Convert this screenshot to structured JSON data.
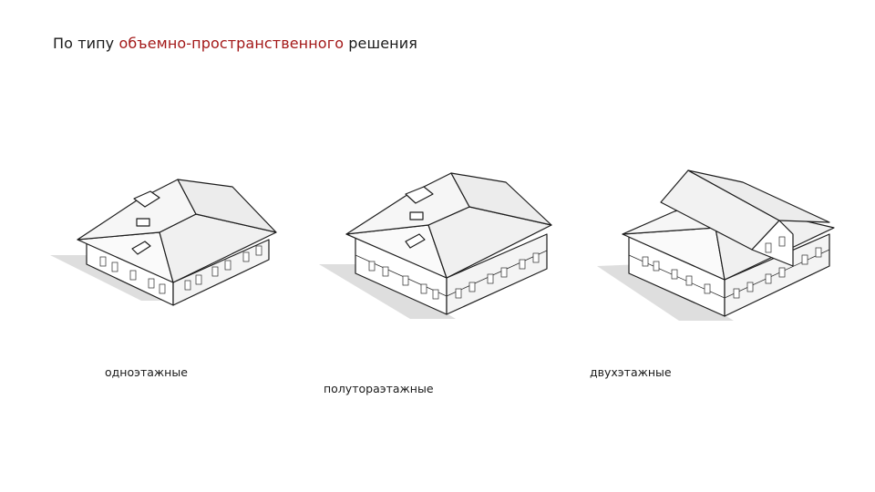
{
  "title": {
    "prefix": "По типу",
    "accent": "объемно-пространственного",
    "suffix": "решения",
    "accent_color": "#a31818"
  },
  "captions": {
    "one_storey": "одноэтажные",
    "one_and_half": "полутораэтажные",
    "two_storey": "двухэтажные"
  }
}
